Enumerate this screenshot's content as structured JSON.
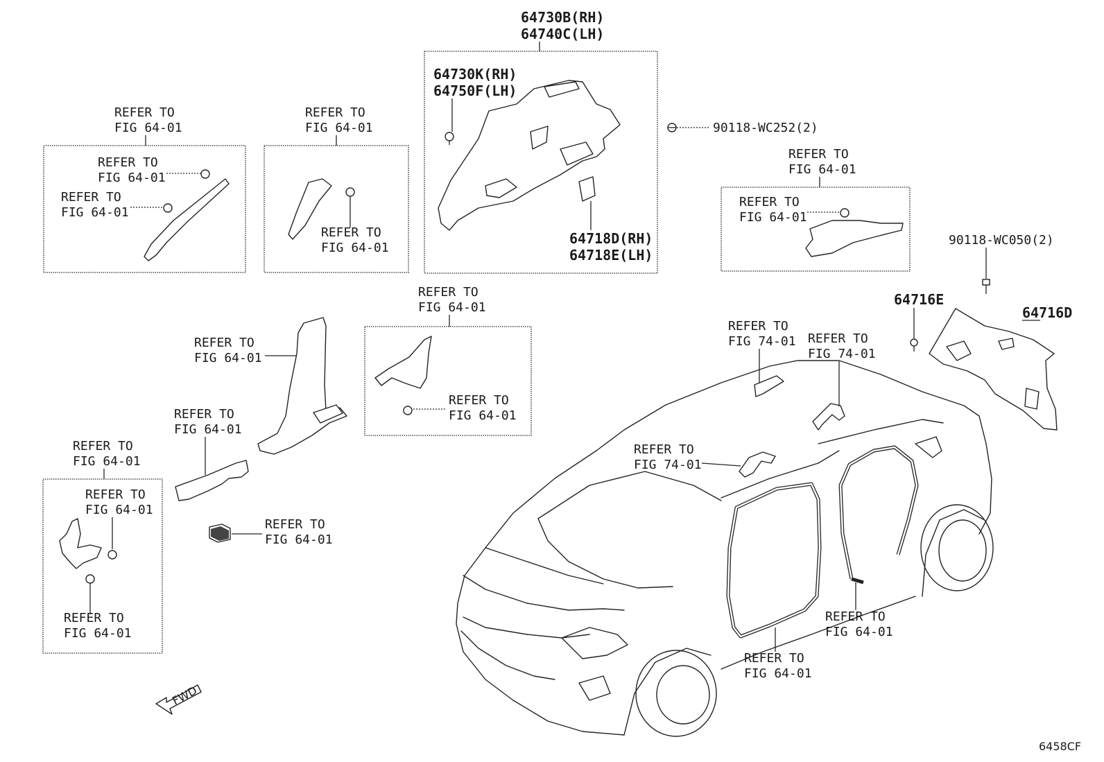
{
  "parts": {
    "p64730b": "64730B(RH)",
    "p64740c": "64740C(LH)",
    "p64730k": "64730K(RH)",
    "p64750f": "64750F(LH)",
    "p64718d": "64718D(RH)",
    "p64718e": "64718E(LH)",
    "p90118_wc252": "90118-WC252(2)",
    "p90118_wc050": "90118-WC050(2)",
    "p64716e": "64716E",
    "p64716d": "64716D"
  },
  "refs": {
    "refer": "REFER TO",
    "fig6401": "FIG 64-01",
    "fig7401": "FIG 74-01"
  },
  "fwd": "FWD",
  "diagram_code": "6458CF"
}
